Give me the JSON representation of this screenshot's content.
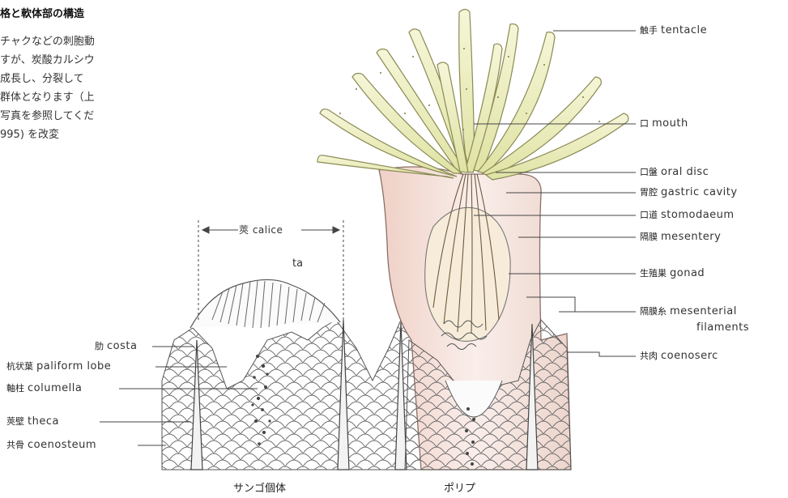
{
  "text_fragment": {
    "heading": "格と軟体部の構造",
    "lines": [
      "チャクなどの刺胞動",
      "すが、炭酸カルシウ",
      "成長し、分裂して",
      "群体となります（上",
      "写真を参照してくだ",
      "995) を改変"
    ]
  },
  "calice_label": "莢 calice",
  "stray_text": "ta",
  "polyp_labels": [
    {
      "jp": "触手",
      "en": "tentacle"
    },
    {
      "jp": "口",
      "en": "mouth"
    },
    {
      "jp": "口盤",
      "en": "oral disc"
    },
    {
      "jp": "胃腔",
      "en": "gastric cavity"
    },
    {
      "jp": "口道",
      "en": "stomodaeum"
    },
    {
      "jp": "隔膜",
      "en": "mesentery"
    },
    {
      "jp": "生殖巣",
      "en": "gonad"
    },
    {
      "jp": "隔膜糸",
      "en": "mesenterial",
      "en2": "filaments"
    },
    {
      "jp": "共肉",
      "en": "coenoserc"
    }
  ],
  "skeleton_labels": [
    {
      "jp": "肋",
      "en": "costa"
    },
    {
      "jp": "杭状葉",
      "en": "paliform lobe"
    },
    {
      "jp": "軸柱",
      "en": "columella"
    },
    {
      "jp": "莢壁",
      "en": "theca"
    },
    {
      "jp": "共骨",
      "en": "coenosteum"
    }
  ],
  "captions": {
    "left": "サンゴ個体",
    "right": "ポリプ"
  },
  "colors": {
    "tentacle_fill": "#efefc4",
    "tentacle_stroke": "#8a8a55",
    "tissue_pink": "#f2d8d0",
    "skeleton_line": "#555555"
  }
}
